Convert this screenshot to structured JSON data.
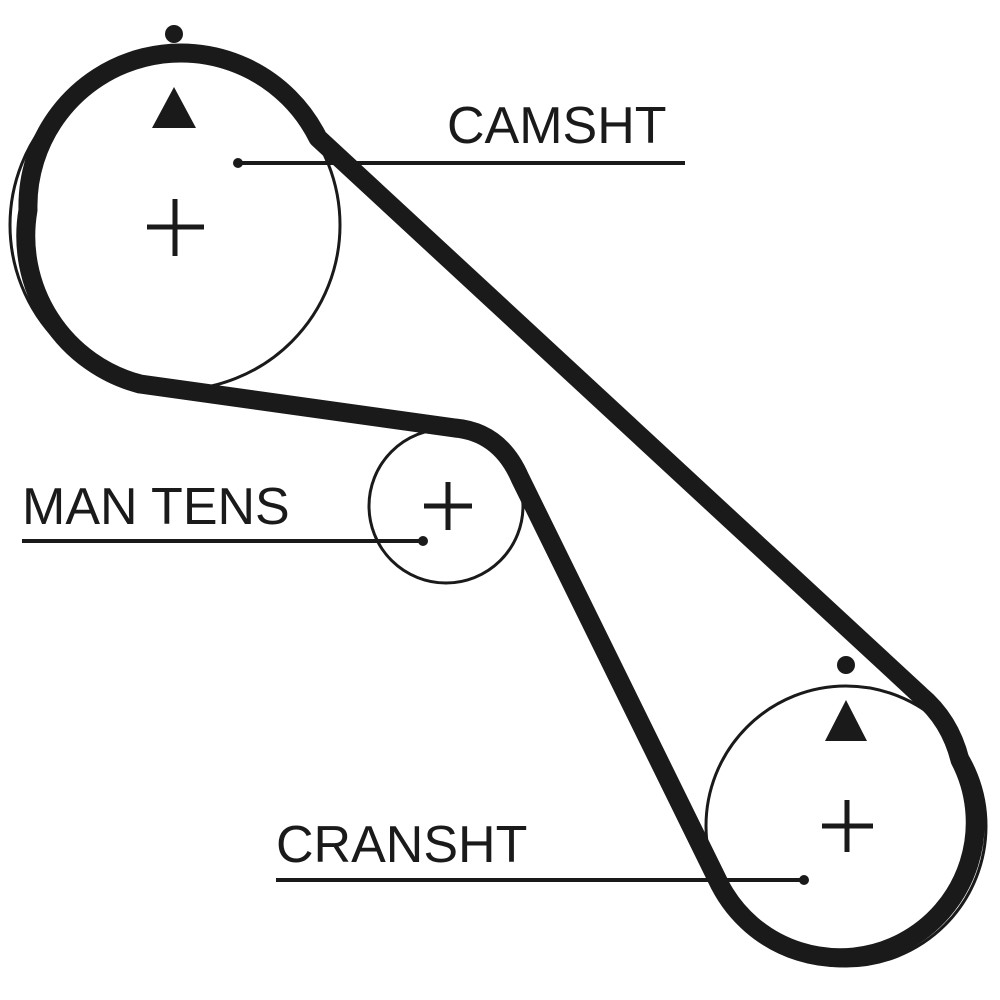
{
  "diagram": {
    "type": "timing-belt-routing",
    "labels": {
      "camshaft": "CAMSHT",
      "tensioner": "MAN TENS",
      "crankshaft": "CRANSHT"
    },
    "components": [
      {
        "id": "camshaft",
        "name": "Camshaft pulley",
        "timing_mark": true
      },
      {
        "id": "tensioner",
        "name": "Manual tensioner",
        "timing_mark": false
      },
      {
        "id": "crankshaft",
        "name": "Crankshaft pulley",
        "timing_mark": true
      }
    ],
    "colors": {
      "stroke": "#1a1a1a",
      "background": "#ffffff"
    }
  }
}
